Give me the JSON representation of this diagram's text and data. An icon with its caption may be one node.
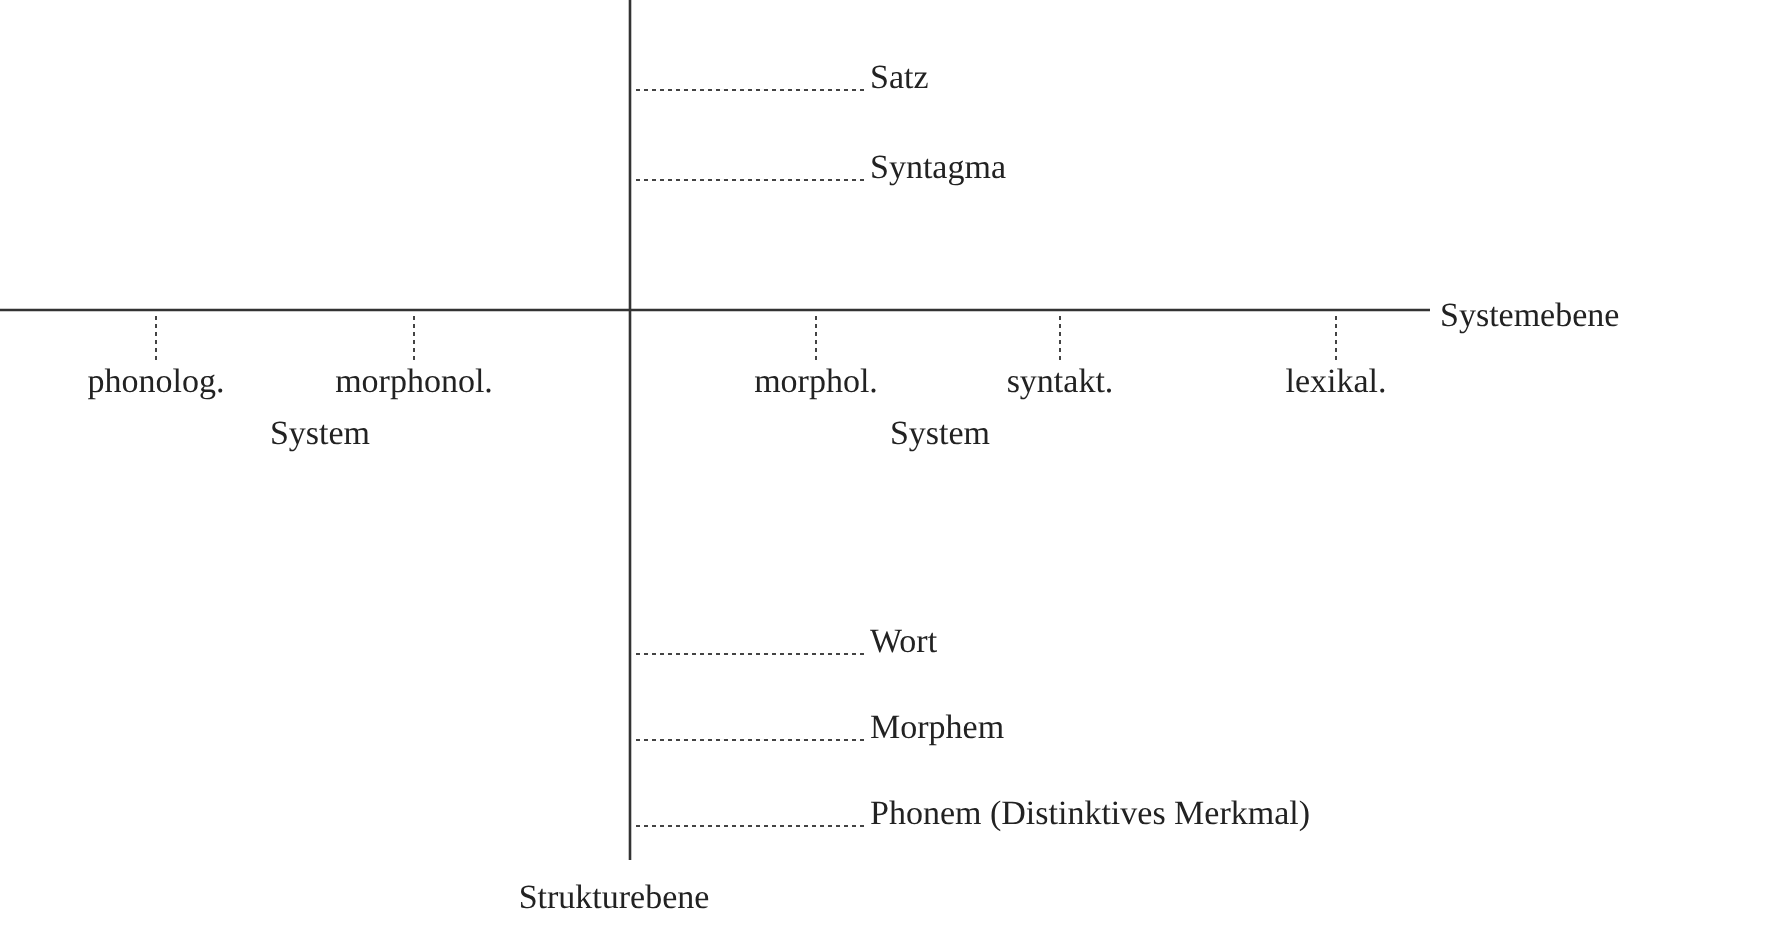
{
  "diagram": {
    "nodes": [
      {
        "text": [
          "Satz"
        ]
      },
      {
        "text": [
          "Syntagma"
        ]
      },
      {
        "text": [
          "phonolog."
        ]
      },
      {
        "text": [
          "morphonol."
        ]
      },
      {
        "text": [
          "morphol."
        ]
      },
      {
        "text": [
          "syntakt."
        ]
      },
      {
        "text": [
          "lexikal."
        ]
      },
      {
        "text": [
          "Wort"
        ]
      },
      {
        "text": [
          "Morphem"
        ]
      },
      {
        "text": [
          "Phonem (Distinktives Merkmal)"
        ]
      }
    ],
    "edges": [
      {
        "from": 0,
        "to": null,
        "arrow": "none",
        "style": "dashed"
      },
      {
        "from": 1,
        "to": null,
        "arrow": "none",
        "style": "dashed"
      },
      {
        "from": 2,
        "to": null,
        "arrow": "none",
        "style": "dashed"
      },
      {
        "from": 3,
        "to": null,
        "arrow": "none",
        "style": "dashed"
      },
      {
        "from": 4,
        "to": null,
        "arrow": "none",
        "style": "dashed"
      },
      {
        "from": 5,
        "to": null,
        "arrow": "none",
        "style": "dashed"
      },
      {
        "from": 6,
        "to": null,
        "arrow": "none",
        "style": "dashed"
      },
      {
        "from": 7,
        "to": null,
        "arrow": "none",
        "style": "dashed"
      },
      {
        "from": 8,
        "to": null,
        "arrow": "none",
        "style": "dashed"
      },
      {
        "from": 9,
        "to": null,
        "arrow": "none",
        "style": "dashed"
      }
    ],
    "labels": [
      "Systemebene",
      "System",
      "System",
      "Strukturebene"
    ]
  }
}
